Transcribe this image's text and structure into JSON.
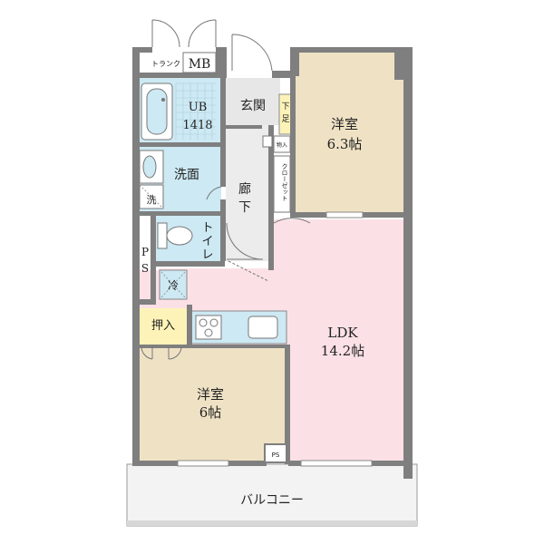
{
  "rooms": {
    "trunk": "トランク",
    "mb": "MB",
    "ub": "UB",
    "ub_size": "1418",
    "genkan": "玄関",
    "getabako": "下足",
    "washroom": "洗面",
    "washer": "洗",
    "hallway_1": "廊",
    "hallway_2": "下",
    "toilet_1": "ト",
    "toilet_2": "イ",
    "toilet_3": "レ",
    "ps_left_1": "P",
    "ps_left_2": "S",
    "fridge": "冷",
    "storage": "押入",
    "closet_small": "物入",
    "closet": "クローゼット",
    "yoshitsu_a": "洋室",
    "yoshitsu_a_size": "6.3帖",
    "ldk": "LDK",
    "ldk_size": "14.2帖",
    "yoshitsu_b": "洋室",
    "yoshitsu_b_size": "6帖",
    "ps_small": "PS",
    "balcony": "バルコニー"
  },
  "colors": {
    "wall": "#7f7f7f",
    "washroom": "#cde9f3",
    "bedroom": "#efe2c4",
    "ldk": "#fbe1e6",
    "hall": "#ececec",
    "storage": "#fdf3b8",
    "balcony": "#f3f3f3"
  }
}
